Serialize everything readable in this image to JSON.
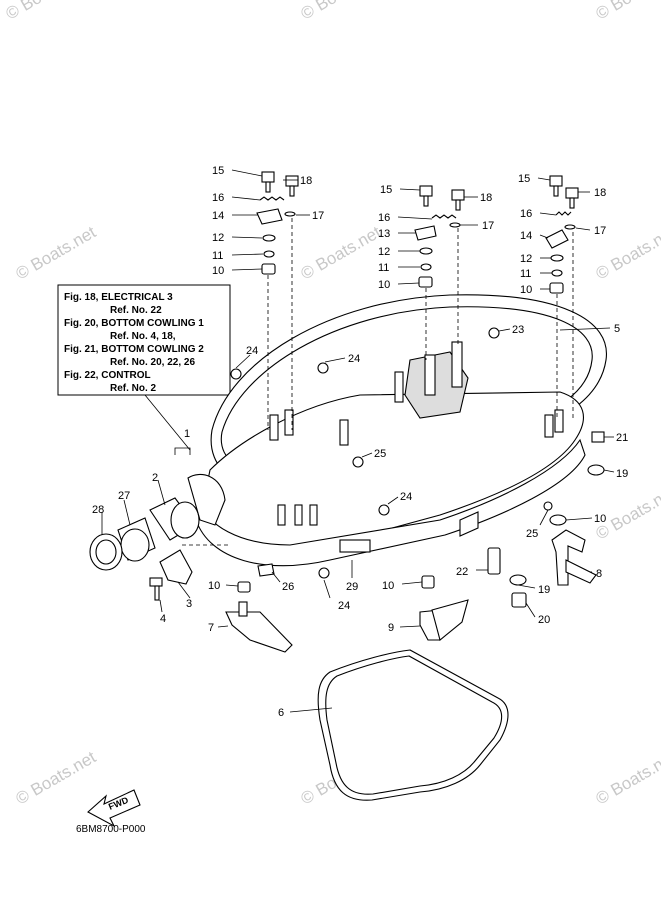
{
  "watermark": "© Boats.net",
  "reference_box": {
    "lines": [
      "Fig. 18, ELECTRICAL 3",
      "Ref. No. 22",
      "Fig. 20, BOTTOM COWLING 1",
      "Ref. No. 4, 18,",
      "Fig. 21, BOTTOM COWLING 2",
      "Ref. No. 20, 22, 26",
      "Fig. 22, CONTROL",
      "Ref. No. 2"
    ]
  },
  "fwd_label": "FWD",
  "drawing_code": "6BM8700-P000",
  "callouts": {
    "c15a": "15",
    "c18a": "18",
    "c16a": "16",
    "c14a": "14",
    "c17a": "17",
    "c12a": "12",
    "c11a": "11",
    "c10a": "10",
    "c15b": "15",
    "c18b": "18",
    "c16b": "16",
    "c13b": "13",
    "c17b": "17",
    "c12b": "12",
    "c11b": "11",
    "c10b": "10",
    "c15c": "15",
    "c18c": "18",
    "c16c": "16",
    "c14c": "14",
    "c17c": "17",
    "c12c": "12",
    "c11c": "11",
    "c10c": "10",
    "c23": "23",
    "c5": "5",
    "c24a": "24",
    "c24b": "24",
    "c24c": "24",
    "c24d": "24",
    "c25a": "25",
    "c25b": "25",
    "c21": "21",
    "c19a": "19",
    "c19b": "19",
    "c10d": "10",
    "c10e": "10",
    "c10f": "10",
    "c1": "1",
    "c2": "2",
    "c28": "28",
    "c27": "27",
    "c3": "3",
    "c4": "4",
    "c26": "26",
    "c29": "29",
    "c22": "22",
    "c8": "8",
    "c7": "7",
    "c9": "9",
    "c20": "20",
    "c6": "6"
  }
}
